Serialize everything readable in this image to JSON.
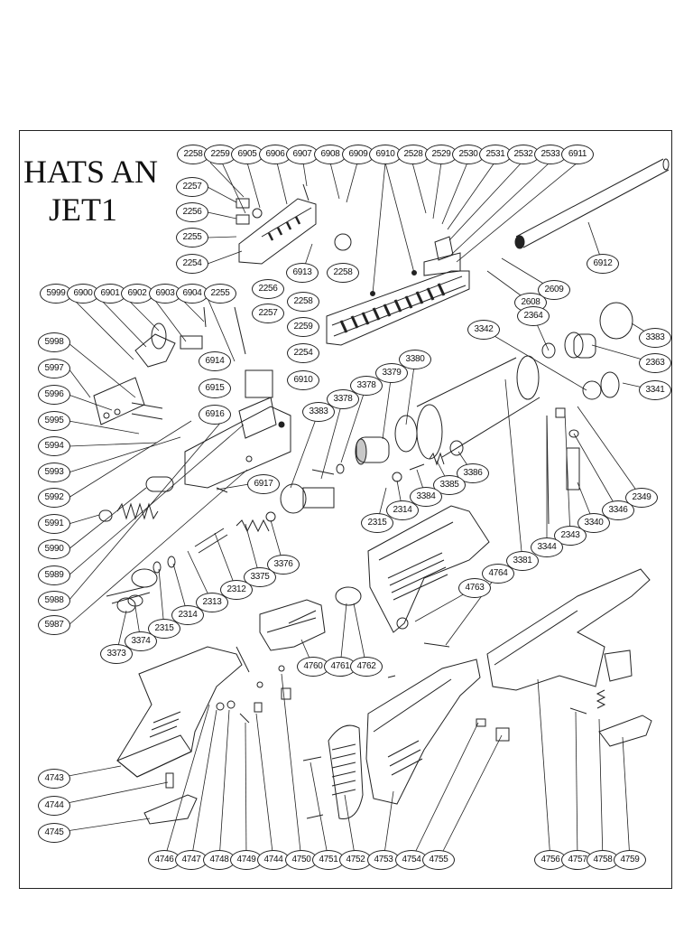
{
  "title": {
    "line1": "HATS AN",
    "line2": "JET1"
  },
  "callouts": [
    "2258",
    "2259",
    "6905",
    "6906",
    "6907",
    "6908",
    "6909",
    "6910",
    "2528",
    "2529",
    "2530",
    "2531",
    "2532",
    "2533",
    "6911",
    "2257",
    "2256",
    "2255",
    "2254",
    "6913",
    "2258",
    "6912",
    "2609",
    "2608",
    "5999",
    "6900",
    "6901",
    "6902",
    "6903",
    "6904",
    "2255",
    "2256",
    "2257",
    "2258",
    "2259",
    "2254",
    "6910",
    "5998",
    "5997",
    "5996",
    "6914",
    "6915",
    "6916",
    "5995",
    "5994",
    "5993",
    "5992",
    "6917",
    "5991",
    "5990",
    "5989",
    "5988",
    "5987",
    "2364",
    "3342",
    "3383",
    "2363",
    "3341",
    "3380",
    "3379",
    "3378",
    "3378",
    "3383",
    "3386",
    "3385",
    "3384",
    "2314",
    "2315",
    "2349",
    "3346",
    "3340",
    "2343",
    "3344",
    "3381",
    "4764",
    "4763",
    "3376",
    "3375",
    "2312",
    "2313",
    "2314",
    "2315",
    "3374",
    "3373",
    "4760",
    "4761",
    "4762",
    "4743",
    "4744",
    "4745",
    "4746",
    "4747",
    "4748",
    "4749",
    "4744",
    "4750",
    "4751",
    "4752",
    "4753",
    "4754",
    "4755",
    "4756",
    "4757",
    "4758",
    "4759"
  ]
}
